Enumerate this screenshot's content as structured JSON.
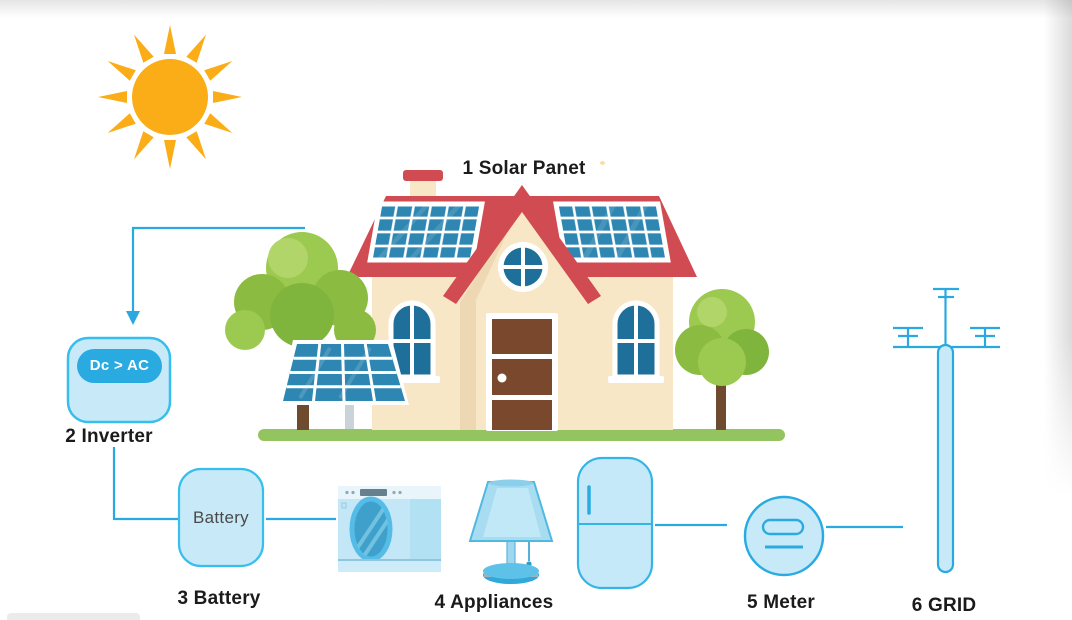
{
  "labels": {
    "solar_panel": "1 Solar Panet",
    "inverter": "2 Inverter",
    "battery": "3 Battery",
    "appliances": "4 Appliances",
    "meter": "5 Meter",
    "grid": "6 GRID"
  },
  "inverter_box": {
    "label": "Dc > AC"
  },
  "battery_box": {
    "label": "Battery"
  },
  "icons": [
    "sun-icon",
    "house-with-solar-panels-icon",
    "ground-solar-panel-icon",
    "tree-icon",
    "inverter-box",
    "battery-box",
    "washing-machine-icon",
    "lamp-icon",
    "refrigerator-icon",
    "meter-icon",
    "power-pole-icon",
    "down-arrow-connector"
  ],
  "colors": {
    "accent_cyan": "#29A9E0",
    "box_border_cyan": "#36BEEC",
    "box_fill_light_blue": "#C8EAF8",
    "pill_blue": "#29ABE2",
    "sun_yellow": "#FBAD18",
    "roof_red": "#D14B52",
    "wall_cream": "#F8E7C6",
    "door_brown": "#7A482C",
    "window_teal": "#1E6F99",
    "panel_cell_teal": "#2E86B2",
    "tree_green": "#8CBB41",
    "ground_green": "#94C45F",
    "label_text": "#1B1B1B"
  }
}
